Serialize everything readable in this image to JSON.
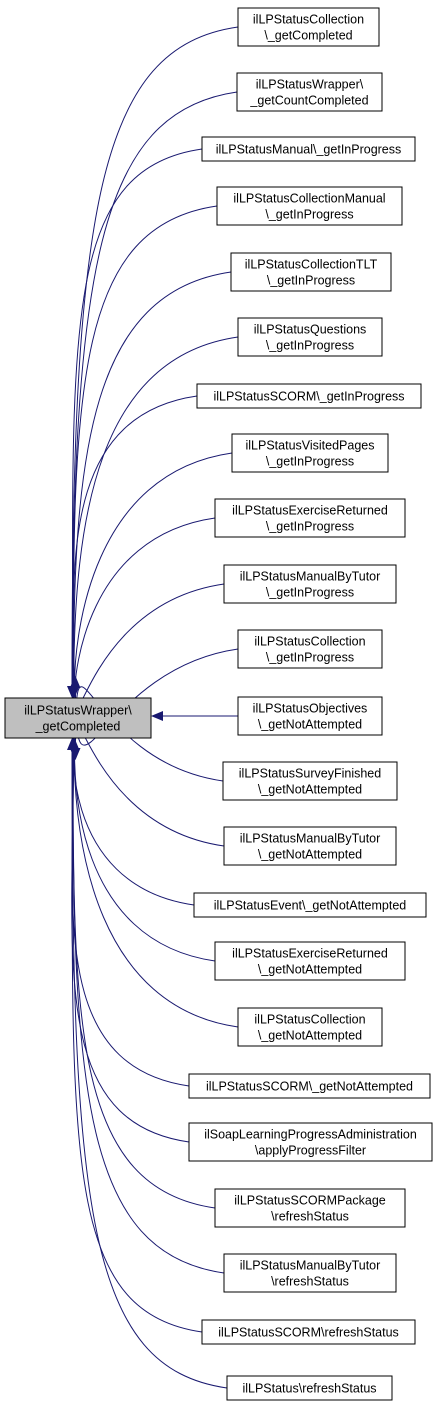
{
  "colors": {
    "edge": "#191970",
    "node_border": "#000000",
    "node_fill": "#ffffff",
    "center_fill": "#bfbfbf"
  },
  "center": {
    "id": "center",
    "lines": [
      "ilLPStatusWrapper\\",
      "_getCompleted"
    ]
  },
  "callers": [
    {
      "id": "n1",
      "lines": [
        "ilLPStatusCollection",
        "\\_getCompleted"
      ]
    },
    {
      "id": "n2",
      "lines": [
        "ilLPStatusWrapper\\",
        "_getCountCompleted"
      ]
    },
    {
      "id": "n3",
      "lines": [
        "ilLPStatusManual\\_getInProgress"
      ]
    },
    {
      "id": "n4",
      "lines": [
        "ilLPStatusCollectionManual",
        "\\_getInProgress"
      ]
    },
    {
      "id": "n5",
      "lines": [
        "ilLPStatusCollectionTLT",
        "\\_getInProgress"
      ]
    },
    {
      "id": "n6",
      "lines": [
        "ilLPStatusQuestions",
        "\\_getInProgress"
      ]
    },
    {
      "id": "n7",
      "lines": [
        "ilLPStatusSCORM\\_getInProgress"
      ]
    },
    {
      "id": "n8",
      "lines": [
        "ilLPStatusVisitedPages",
        "\\_getInProgress"
      ]
    },
    {
      "id": "n9",
      "lines": [
        "ilLPStatusExerciseReturned",
        "\\_getInProgress"
      ]
    },
    {
      "id": "n10",
      "lines": [
        "ilLPStatusManualByTutor",
        "\\_getInProgress"
      ]
    },
    {
      "id": "n11",
      "lines": [
        "ilLPStatusCollection",
        "\\_getInProgress"
      ]
    },
    {
      "id": "n12",
      "lines": [
        "ilLPStatusObjectives",
        "\\_getNotAttempted"
      ]
    },
    {
      "id": "n13",
      "lines": [
        "ilLPStatusSurveyFinished",
        "\\_getNotAttempted"
      ]
    },
    {
      "id": "n14",
      "lines": [
        "ilLPStatusManualByTutor",
        "\\_getNotAttempted"
      ]
    },
    {
      "id": "n15",
      "lines": [
        "ilLPStatusEvent\\_getNotAttempted"
      ]
    },
    {
      "id": "n16",
      "lines": [
        "ilLPStatusExerciseReturned",
        "\\_getNotAttempted"
      ]
    },
    {
      "id": "n17",
      "lines": [
        "ilLPStatusCollection",
        "\\_getNotAttempted"
      ]
    },
    {
      "id": "n18",
      "lines": [
        "ilLPStatusSCORM\\_getNotAttempted"
      ]
    },
    {
      "id": "n19",
      "lines": [
        "ilSoapLearningProgressAdministration",
        "\\applyProgressFilter"
      ]
    },
    {
      "id": "n20",
      "lines": [
        "ilLPStatusSCORMPackage",
        "\\refreshStatus"
      ]
    },
    {
      "id": "n21",
      "lines": [
        "ilLPStatusManualByTutor",
        "\\refreshStatus"
      ]
    },
    {
      "id": "n22",
      "lines": [
        "ilLPStatusSCORM\\refreshStatus"
      ]
    },
    {
      "id": "n23",
      "lines": [
        "ilLPStatus\\refreshStatus"
      ]
    }
  ]
}
